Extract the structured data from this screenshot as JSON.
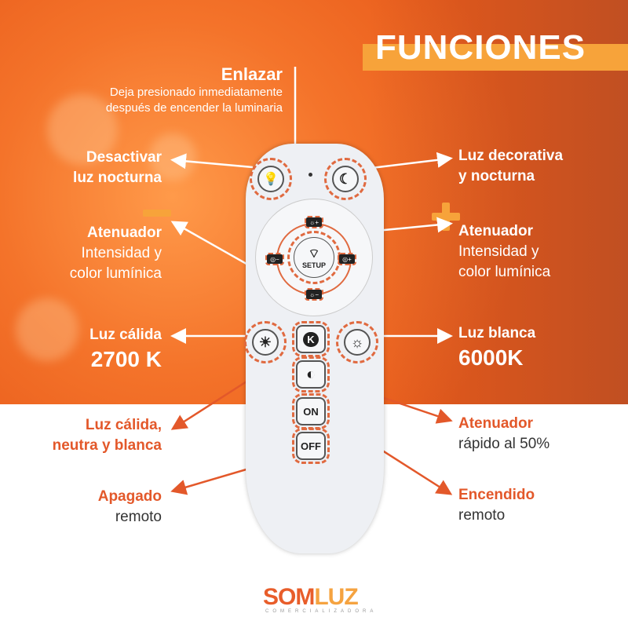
{
  "title": "FUNCIONES",
  "labels": {
    "enlazar": {
      "title": "Enlazar",
      "desc1": "Deja presionado inmediatamente",
      "desc2": "después de encender la luminaria"
    },
    "desactivar": {
      "l1": "Desactivar",
      "l2": "luz nocturna"
    },
    "decorativa": {
      "l1": "Luz decorativa",
      "l2": "y nocturna"
    },
    "aten_left": {
      "title": "Atenuador",
      "l1": "Intensidad y",
      "l2": "color lumínica"
    },
    "aten_right": {
      "title": "Atenuador",
      "l1": "Intensidad y",
      "l2": "color lumínica"
    },
    "calida": {
      "title": "Luz cálida",
      "value": "2700 K"
    },
    "blanca": {
      "title": "Luz blanca",
      "value": "6000K"
    },
    "cnb": {
      "l1": "Luz cálida,",
      "l2": "neutra y blanca"
    },
    "rapido": {
      "title": "Atenuador",
      "desc": "rápido al 50%"
    },
    "apagado": {
      "title": "Apagado",
      "desc": "remoto"
    },
    "encendido": {
      "title": "Encendido",
      "desc": "remoto"
    }
  },
  "remote": {
    "setup": "SETUP",
    "on": "ON",
    "off": "OFF",
    "k": "K",
    "bright_plus": "☼+",
    "bright_minus": "☼−",
    "color_plus": "◎+",
    "color_minus": "◎−"
  },
  "logo": {
    "text_a": "SOM",
    "text_b": "LUZ",
    "subtitle": "COMERCIALIZADORA"
  },
  "colors": {
    "accent": "#e3582a",
    "yellow": "#f7a33a",
    "bg": "#ee6420"
  }
}
